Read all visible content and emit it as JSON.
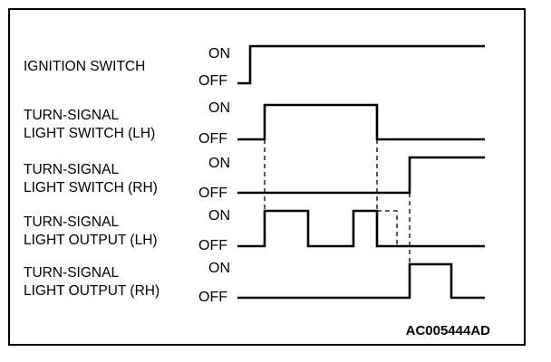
{
  "signals": [
    {
      "id": "ignition",
      "label_lines": [
        "IGNITION SWITCH"
      ],
      "on_label": "ON",
      "off_label": "OFF"
    },
    {
      "id": "lh_switch",
      "label_lines": [
        "TURN-SIGNAL",
        "LIGHT SWITCH (LH)"
      ],
      "on_label": "ON",
      "off_label": "OFF"
    },
    {
      "id": "rh_switch",
      "label_lines": [
        "TURN-SIGNAL",
        "LIGHT SWITCH (RH)"
      ],
      "on_label": "ON",
      "off_label": "OFF"
    },
    {
      "id": "lh_output",
      "label_lines": [
        "TURN-SIGNAL",
        "LIGHT OUTPUT (LH)"
      ],
      "on_label": "ON",
      "off_label": "OFF"
    },
    {
      "id": "rh_output",
      "label_lines": [
        "TURN-SIGNAL",
        "LIGHT OUTPUT (RH)"
      ],
      "on_label": "ON",
      "off_label": "OFF"
    }
  ],
  "figure_code": "AC005444AD"
}
